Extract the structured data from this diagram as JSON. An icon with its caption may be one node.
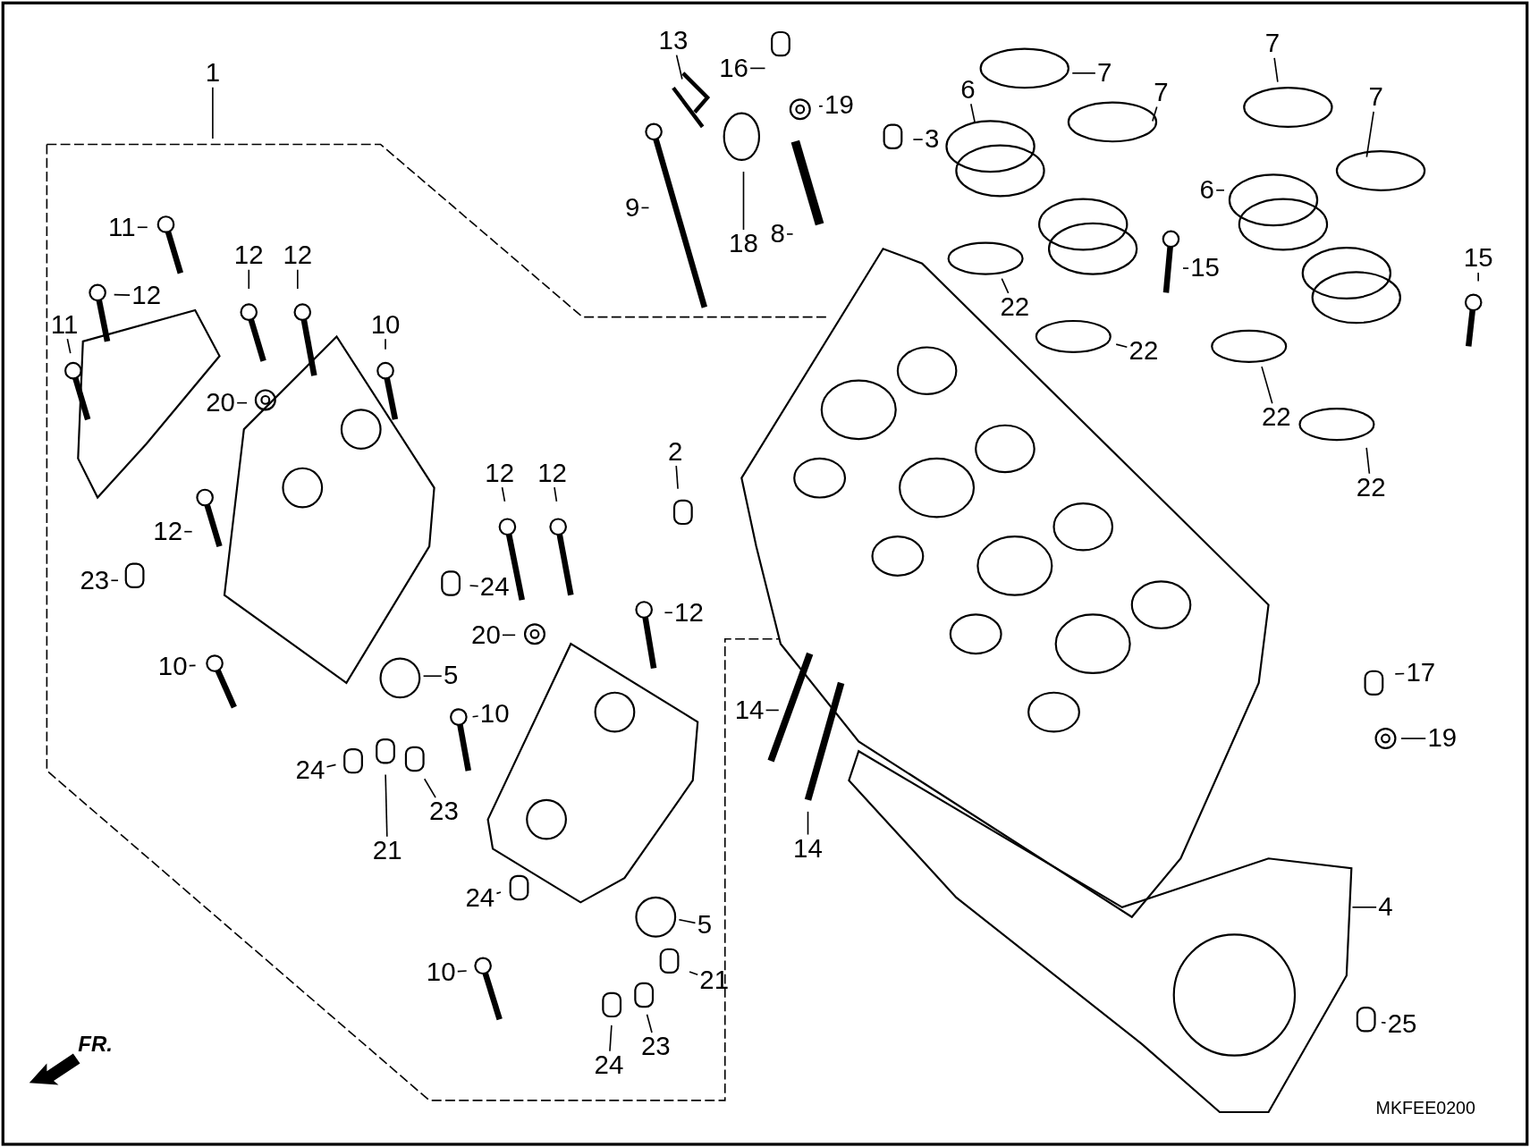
{
  "diagram": {
    "nodes": [
      {
        "text": [
          "13"
        ]
      },
      {
        "text": [
          "7"
        ]
      },
      {
        "text": [
          "16"
        ]
      },
      {
        "text": [
          "1"
        ]
      },
      {
        "text": [
          "7"
        ]
      },
      {
        "text": [
          "6"
        ]
      },
      {
        "text": [
          "7"
        ]
      },
      {
        "text": [
          "7"
        ]
      },
      {
        "text": [
          "19"
        ]
      },
      {
        "text": [
          "3"
        ]
      },
      {
        "text": [
          "6"
        ]
      },
      {
        "text": [
          "9"
        ]
      },
      {
        "text": [
          "11"
        ]
      },
      {
        "text": [
          "8"
        ]
      },
      {
        "text": [
          "18"
        ]
      },
      {
        "text": [
          "12"
        ]
      },
      {
        "text": [
          "12"
        ]
      },
      {
        "text": [
          "15"
        ]
      },
      {
        "text": [
          "15"
        ]
      },
      {
        "text": [
          "12"
        ]
      },
      {
        "text": [
          "22"
        ]
      },
      {
        "text": [
          "10"
        ]
      },
      {
        "text": [
          "11"
        ]
      },
      {
        "text": [
          "22"
        ]
      },
      {
        "text": [
          "20"
        ]
      },
      {
        "text": [
          "22"
        ]
      },
      {
        "text": [
          "2"
        ]
      },
      {
        "text": [
          "12"
        ]
      },
      {
        "text": [
          "12"
        ]
      },
      {
        "text": [
          "22"
        ]
      },
      {
        "text": [
          "12"
        ]
      },
      {
        "text": [
          "23"
        ]
      },
      {
        "text": [
          "24"
        ]
      },
      {
        "text": [
          "12"
        ]
      },
      {
        "text": [
          "20"
        ]
      },
      {
        "text": [
          "10"
        ]
      },
      {
        "text": [
          "17"
        ]
      },
      {
        "text": [
          "5"
        ]
      },
      {
        "text": [
          "14"
        ]
      },
      {
        "text": [
          "10"
        ]
      },
      {
        "text": [
          "19"
        ]
      },
      {
        "text": [
          "24"
        ]
      },
      {
        "text": [
          "23"
        ]
      },
      {
        "text": [
          "14"
        ]
      },
      {
        "text": [
          "21"
        ]
      },
      {
        "text": [
          "24"
        ]
      },
      {
        "text": [
          "4"
        ]
      },
      {
        "text": [
          "5"
        ]
      },
      {
        "text": [
          "10"
        ]
      },
      {
        "text": [
          "21"
        ]
      },
      {
        "text": [
          "25"
        ]
      },
      {
        "text": [
          "23"
        ]
      },
      {
        "text": [
          "24"
        ]
      }
    ],
    "edges": [
      {
        "from": 0,
        "to": null,
        "arrow": "none"
      },
      {
        "from": 1,
        "to": null,
        "arrow": "none"
      },
      {
        "from": 2,
        "to": null,
        "arrow": "none"
      },
      {
        "from": 3,
        "to": null,
        "arrow": "none"
      },
      {
        "from": 4,
        "to": null,
        "arrow": "none"
      },
      {
        "from": 5,
        "to": null,
        "arrow": "none"
      },
      {
        "from": 6,
        "to": null,
        "arrow": "none"
      },
      {
        "from": 7,
        "to": null,
        "arrow": "none"
      },
      {
        "from": 8,
        "to": null,
        "arrow": "none"
      },
      {
        "from": 9,
        "to": null,
        "arrow": "none"
      },
      {
        "from": 10,
        "to": null,
        "arrow": "none"
      },
      {
        "from": 11,
        "to": null,
        "arrow": "none"
      },
      {
        "from": 12,
        "to": null,
        "arrow": "none"
      },
      {
        "from": 13,
        "to": null,
        "arrow": "none"
      },
      {
        "from": 14,
        "to": null,
        "arrow": "none"
      },
      {
        "from": 15,
        "to": null,
        "arrow": "none"
      },
      {
        "from": 16,
        "to": null,
        "arrow": "none"
      },
      {
        "from": 17,
        "to": null,
        "arrow": "none"
      },
      {
        "from": 18,
        "to": null,
        "arrow": "none"
      },
      {
        "from": 19,
        "to": null,
        "arrow": "none"
      },
      {
        "from": 20,
        "to": null,
        "arrow": "none"
      },
      {
        "from": 21,
        "to": null,
        "arrow": "none"
      },
      {
        "from": 22,
        "to": null,
        "arrow": "none"
      },
      {
        "from": 23,
        "to": null,
        "arrow": "none"
      },
      {
        "from": 24,
        "to": null,
        "arrow": "none"
      },
      {
        "from": 25,
        "to": null,
        "arrow": "none"
      },
      {
        "from": 26,
        "to": null,
        "arrow": "none"
      },
      {
        "from": 27,
        "to": null,
        "arrow": "none"
      },
      {
        "from": 28,
        "to": null,
        "arrow": "none"
      },
      {
        "from": 29,
        "to": null,
        "arrow": "none"
      },
      {
        "from": 30,
        "to": null,
        "arrow": "none"
      },
      {
        "from": 31,
        "to": null,
        "arrow": "none"
      },
      {
        "from": 32,
        "to": null,
        "arrow": "none"
      },
      {
        "from": 33,
        "to": null,
        "arrow": "none"
      },
      {
        "from": 34,
        "to": null,
        "arrow": "none"
      },
      {
        "from": 35,
        "to": null,
        "arrow": "none"
      },
      {
        "from": 36,
        "to": null,
        "arrow": "none"
      },
      {
        "from": 37,
        "to": null,
        "arrow": "none"
      },
      {
        "from": 38,
        "to": null,
        "arrow": "none"
      },
      {
        "from": 39,
        "to": null,
        "arrow": "none"
      },
      {
        "from": 40,
        "to": null,
        "arrow": "none"
      },
      {
        "from": 41,
        "to": null,
        "arrow": "none"
      },
      {
        "from": 42,
        "to": null,
        "arrow": "none"
      },
      {
        "from": 43,
        "to": null,
        "arrow": "none"
      },
      {
        "from": 44,
        "to": null,
        "arrow": "none"
      },
      {
        "from": 45,
        "to": null,
        "arrow": "none"
      },
      {
        "from": 46,
        "to": null,
        "arrow": "none"
      },
      {
        "from": 47,
        "to": null,
        "arrow": "none"
      },
      {
        "from": 48,
        "to": null,
        "arrow": "none"
      },
      {
        "from": 49,
        "to": null,
        "arrow": "none"
      },
      {
        "from": 50,
        "to": null,
        "arrow": "none"
      },
      {
        "from": 51,
        "to": null,
        "arrow": "none"
      },
      {
        "from": 52,
        "to": null,
        "arrow": "none"
      }
    ],
    "labels": [
      "FR.",
      "MKFEE0200"
    ]
  }
}
